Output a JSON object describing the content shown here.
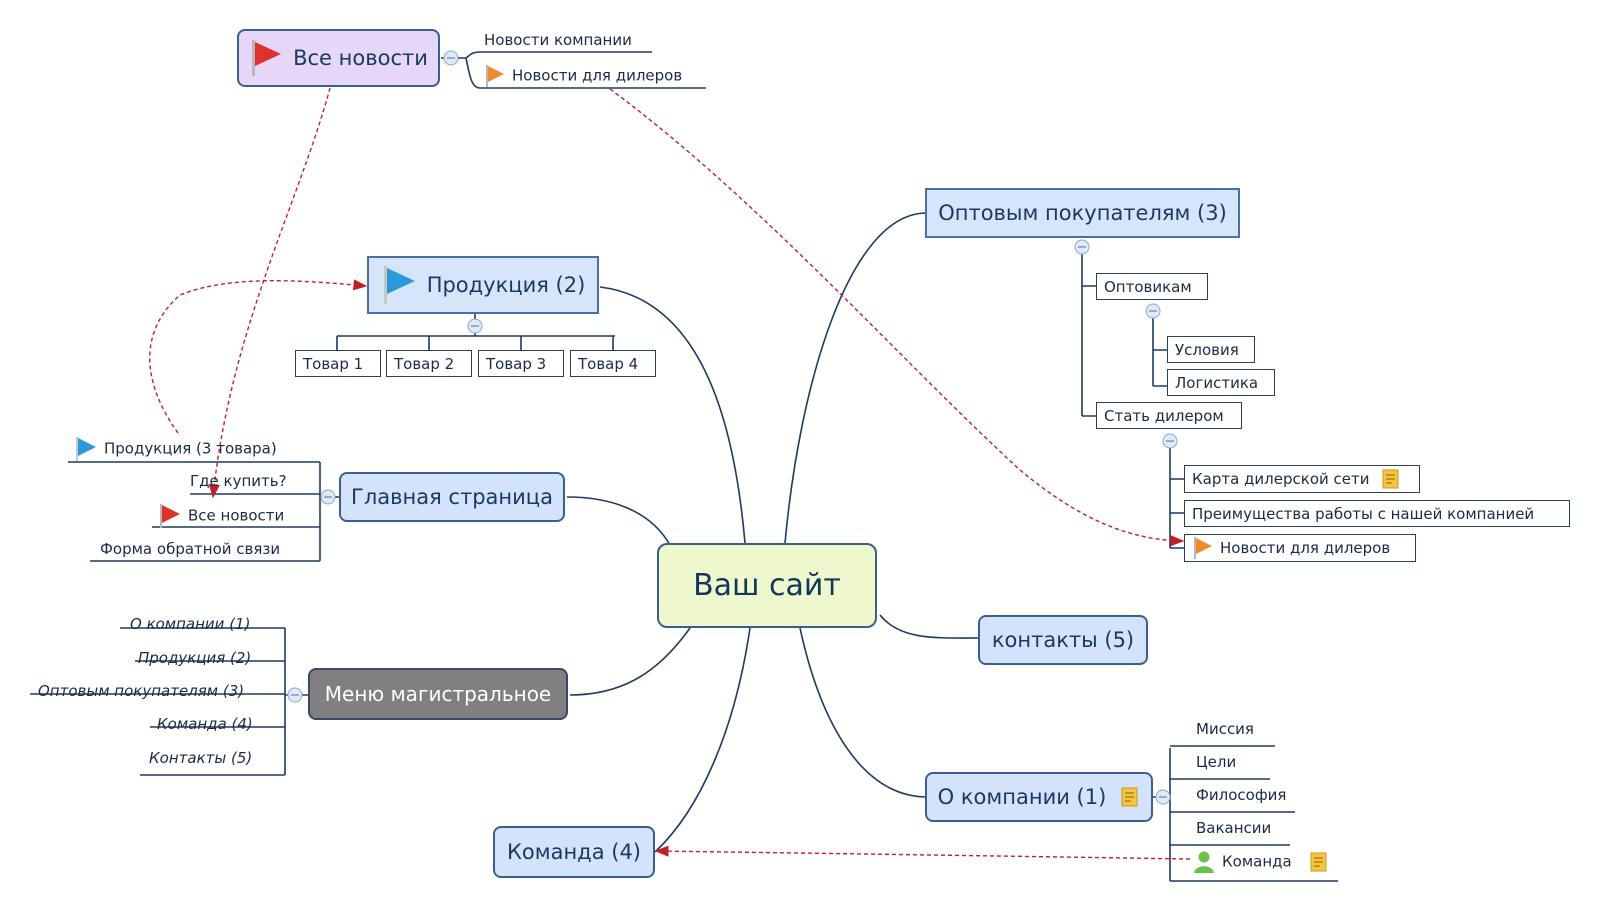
{
  "central": "Ваш сайт",
  "vse_novosti": {
    "title": "Все новости",
    "children": [
      "Новости компании",
      "Новости для дилеров"
    ]
  },
  "produkcia": {
    "title": "Продукция (2)",
    "children": [
      "Товар 1",
      "Товар 2",
      "Товар 3",
      "Товар 4"
    ]
  },
  "glavnaya": {
    "title": "Главная страница",
    "children": [
      "Продукция (3 товара)",
      "Где купить?",
      "Все новости",
      "Форма обратной связи"
    ]
  },
  "menu": {
    "title": "Меню магистральное",
    "children": [
      "О компании (1)",
      "Продукция (2)",
      "Оптовым покупателям (3)",
      "Команда (4)",
      "Контакты (5)"
    ]
  },
  "komanda": {
    "title": "Команда (4)"
  },
  "optovym": {
    "title": "Оптовым покупателям (3)",
    "optovikam": "Оптовикам",
    "optovikam_children": [
      "Условия",
      "Логистика"
    ],
    "stat_dilerom": "Стать дилером",
    "stat_children": [
      "Карта дилерской сети",
      "Преимущества работы с нашей компанией",
      "Новости для дилеров"
    ]
  },
  "kontakty": {
    "title": "контакты (5)"
  },
  "o_kompanii": {
    "title": "О компании (1)",
    "children": [
      "Миссия",
      "Цели",
      "Философия",
      "Вакансии",
      "Команда"
    ]
  },
  "colors": {
    "line": "#1f3a60",
    "link": "#c0202a",
    "flag_red": "#e0322c",
    "flag_orange": "#f08a2a",
    "flag_blue": "#2c9ad8",
    "note_yellow": "#f5c542",
    "person_green": "#6cc24a"
  }
}
